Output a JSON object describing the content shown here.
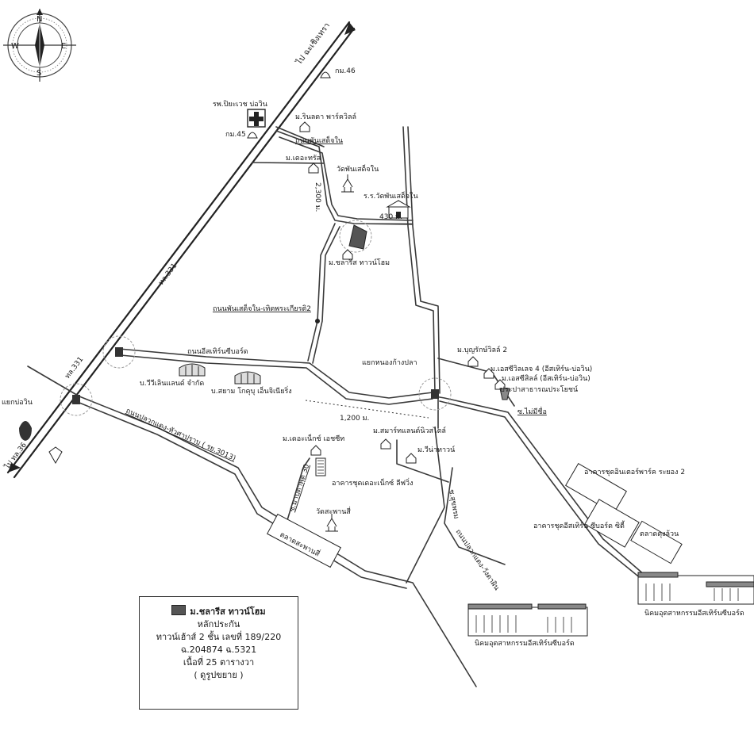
{
  "compass": {
    "n": "N",
    "s": "S",
    "e": "E",
    "w": "W"
  },
  "roads": {
    "r331_top": "ไป ฉะเชิงเทรา",
    "r331_mid": "ทล.331",
    "r331_low": "ทล.331",
    "r36": "ไป ทล.36",
    "phan_sadet_nai": "ถนนพันเสด็จใน",
    "phan_sadet_to_thep": "ถนนพันเสด็จใน-เทิดพระเกียรติ2",
    "eastern_seaboard": "ถนนอีสเทิร์นซีบอร์ด",
    "pluak_daeng_hua": "ถนนปลวกแดง-หัวศาปราบ ( รย.3013)",
    "pluak_daeng_wang": "ถนนปลวกแดง-วังตาผิน",
    "mabtaphut": "ซ.มาบตาพุด 30",
    "sukprom": "ซ.สุขพรม",
    "dist_2300": "2,300 ม.",
    "dist_430": "430 ม.",
    "dist_1200": "1,200 ม."
  },
  "places": {
    "km46": "กม.46",
    "km45": "กม.45",
    "hospital": "รพ.ปิยะเวช บ่อวิน",
    "rinlada": "ม.รินลดา พาร์ควิลล์",
    "the_trust": "ม.เดอะทรัส",
    "wat_phan": "วัดพันเสด็จใน",
    "school": "ร.ร.วัดพันเสด็จใน",
    "property": "ม.ชลารีส ทาวน์โฮม",
    "junction_bowin": "แยกบ่อวิน",
    "junction_nongkang": "แยกหนองก้างปลา",
    "bunruk": "ม.บุญรักษ์วิลล์ 2",
    "esv4": "ม.เอสซีวิลเลจ 4 (อีสเทิร์น-บ่อวิน)",
    "esv": "ม.เอสซีสิลล์ (อีสเทิร์น-บ่อวิน)",
    "waterworks": "ประปาสาธารณประโยชน์",
    "nongmeeson": "ซ.ไม่มีชื่อ",
    "vl_land": "บ.วีวีเลินแลนด์ จำกัด",
    "siam_kokubu": "บ.สยาม โกคุบุ เอ็นจิเนียริ่ง",
    "the_connect": "ม.เดอะเน็กซ์ เอชซีท",
    "smart_land": "ม.สมาร์ทแลนด์นิวสไตล์",
    "vina_town": "ม.วีน่าทาวน์",
    "condo_connect": "อาคารชุดเดอะเน็กซ์ ลีฟวิ่ง",
    "wat_saphan": "วัดสะพานสี่",
    "market": "ตลาดสะพานสี่",
    "inter_park": "อาคารชุดอินเตอร์พาร์ค ระยอง 2",
    "eastern_city": "อาคารชุดอีสเทิร์น ซีบอร์ด ซิตี้",
    "nongkuan": "ตลาดดุงล้วน",
    "industrial_1": "นิคมอุตสาหกรรมอีสเทิร์นซีบอร์ด",
    "industrial_2": "นิคมอุตสาหกรรมอีสเทิร์นซีบอร์ด"
  },
  "legend": {
    "line1": "ม.ชลารีส ทาวน์โฮม",
    "line2": "หลักประกัน",
    "line3": "ทาวน์เฮ้าส์ 2 ชั้น เลขที่ 189/220",
    "line4": "ฉ.204874 ฉ.5321",
    "line5": "เนื้อที่ 25 ตารางวา",
    "line6": "( ดูรูปขยาย )"
  },
  "colors": {
    "ink": "#1a1a1a",
    "road": "#3a3a3a",
    "property": "#555555"
  }
}
